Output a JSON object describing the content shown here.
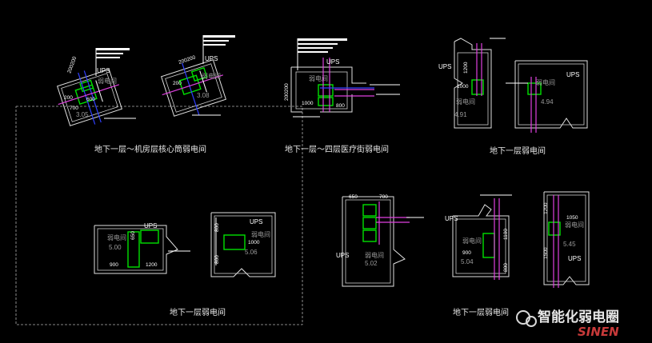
{
  "captions": {
    "top_left": "地下一层～机房层核心筒弱电间",
    "top_middle": "地下一层～四层医疗街弱电间",
    "top_right": "地下一层弱电间",
    "bottom_left": "地下一层弱电间",
    "bottom_right": "地下一层弱电间"
  },
  "labels": {
    "ups": "UPS",
    "room": "弱电间"
  },
  "elevations": {
    "a": "3.05",
    "b": "3.08",
    "c": "4.91",
    "d": "4.94",
    "e": "5.00",
    "f": "5.06",
    "g": "5.02",
    "h": "5.04",
    "i": "5.45"
  },
  "dims": {
    "d200": "200",
    "d200200": "200200",
    "d600": "600",
    "d700": "700",
    "d800": "800",
    "d900": "900",
    "d1000": "1000",
    "d1200": "1200",
    "d650": "650",
    "d1050": "1050",
    "d1500": "1500",
    "d1100": "1100"
  },
  "watermark": {
    "text": "智能化弱电圈",
    "logo": "SINEN"
  }
}
